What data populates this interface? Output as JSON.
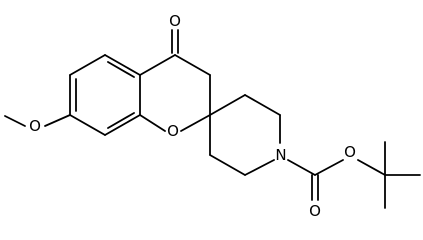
{
  "structure": {
    "atom_labels": {
      "ketone_oxygen": "O",
      "ring_oxygen": "O",
      "methoxy_oxygen": "O",
      "piperidine_nitrogen": "N",
      "carbamate_ether_oxygen": "O",
      "carbamate_carbonyl_oxygen": "O"
    }
  }
}
